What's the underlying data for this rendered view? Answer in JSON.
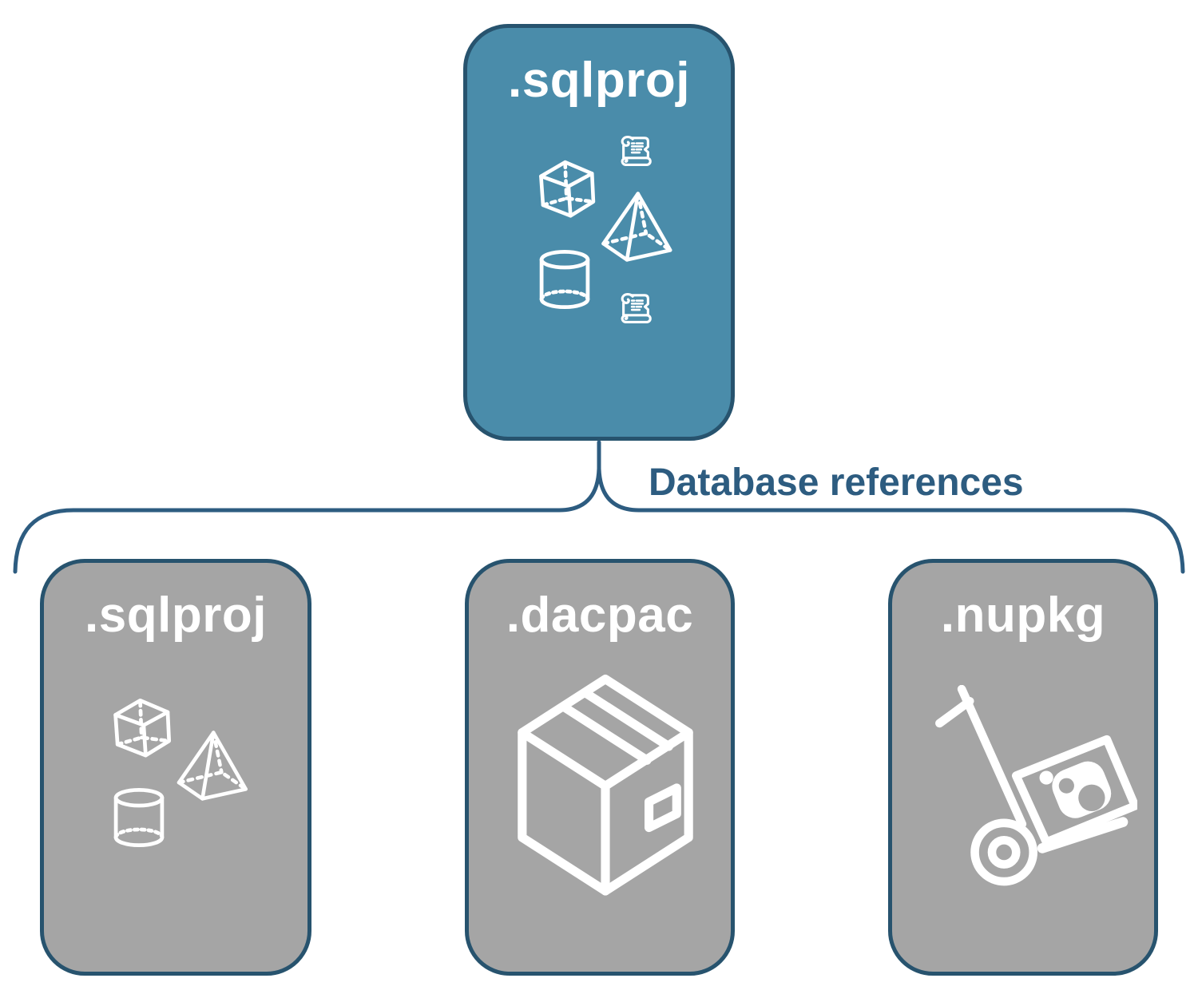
{
  "colors": {
    "root_fill": "#4a8caa",
    "child_fill": "#a5a5a5",
    "node_border": "#27536e",
    "connector": "#2d5c80",
    "icon": "#ffffff"
  },
  "root_node": {
    "label": ".sqlproj",
    "icons": [
      "sql-script-scroll-icon",
      "cube-icon",
      "pyramid-icon",
      "cylinder-database-icon",
      "sql-script-scroll-icon"
    ]
  },
  "connector": {
    "label": "Database references"
  },
  "child_nodes": [
    {
      "label": ".sqlproj",
      "icons": [
        "cube-icon",
        "pyramid-icon",
        "cylinder-database-icon"
      ]
    },
    {
      "label": ".dacpac",
      "icons": [
        "package-box-icon"
      ]
    },
    {
      "label": ".nupkg",
      "icons": [
        "hand-truck-package-icon"
      ]
    }
  ]
}
